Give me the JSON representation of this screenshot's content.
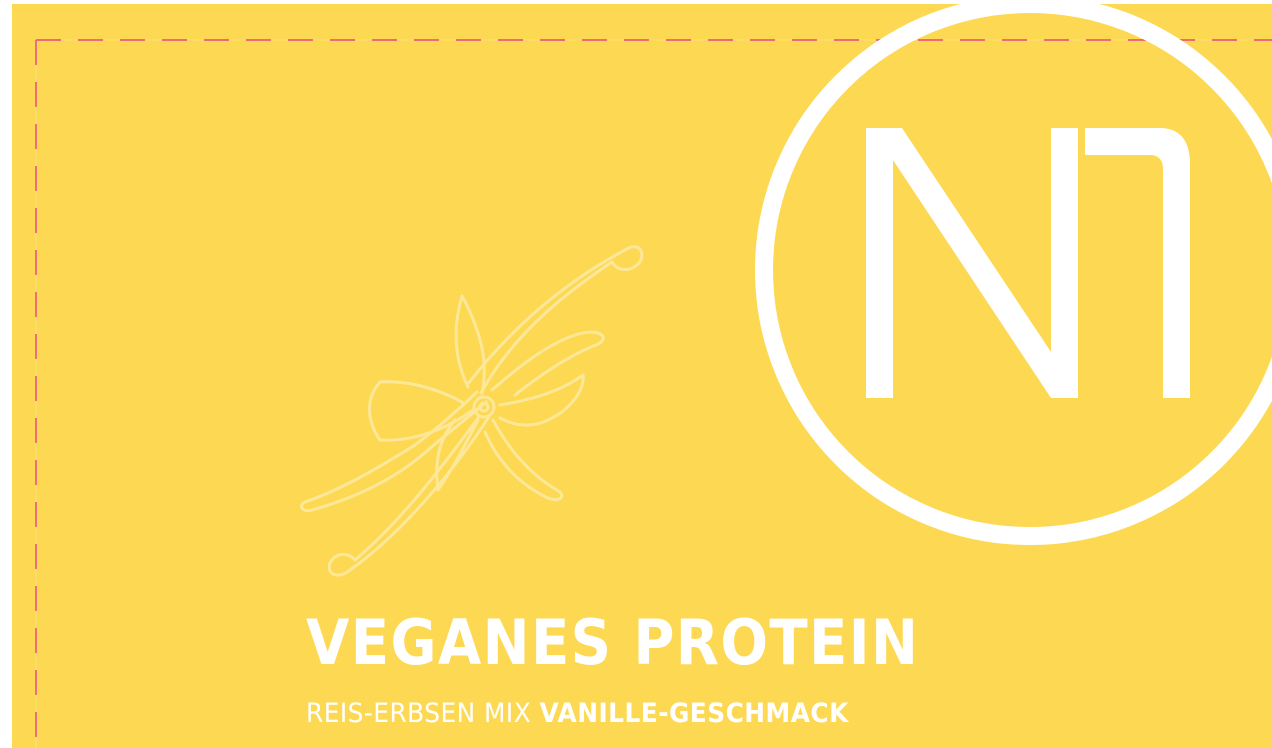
{
  "colors": {
    "panel": "#fdd853",
    "cut_line": "#e5256a",
    "text": "#ffffff",
    "illustration": "#fde89a"
  },
  "logo": {
    "text": "N1",
    "icon": "n1-circle-logo"
  },
  "illustration": {
    "icon": "vanilla-flower-icon"
  },
  "product": {
    "title": "VEGANES PROTEIN",
    "subtitle_light": "REIS-ERBSEN MIX",
    "subtitle_bold": "VANILLE-GESCHMACK"
  }
}
